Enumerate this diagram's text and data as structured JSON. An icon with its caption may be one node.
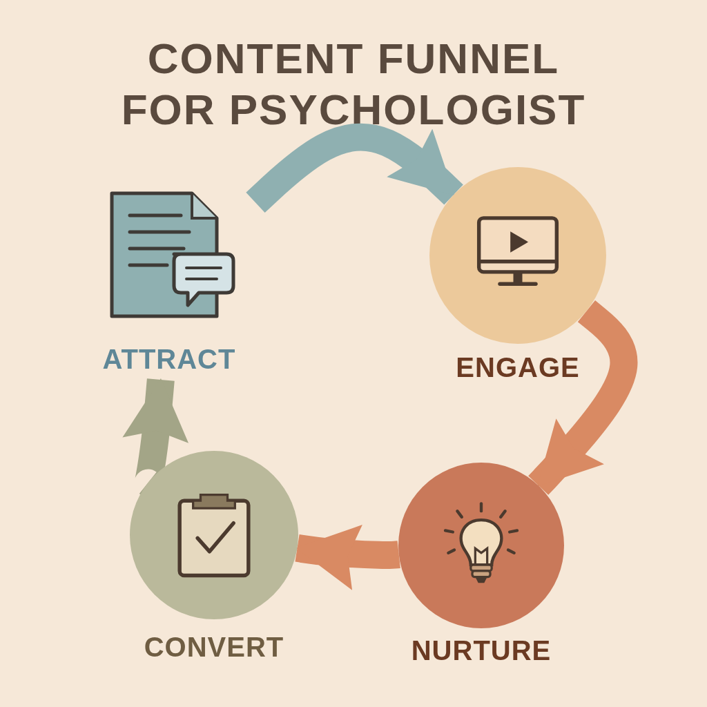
{
  "diagram": {
    "title": "CONTENT FUNNEL FOR PSYCHOLOGIST",
    "nodes": [
      {
        "text": [
          "ATTRACT"
        ]
      },
      {
        "text": [
          "ENGAGE"
        ]
      },
      {
        "text": [
          "NURTURE"
        ]
      },
      {
        "text": [
          "CONVERT"
        ]
      }
    ],
    "edges": [
      {
        "from": 0,
        "to": 1,
        "arrow": "to",
        "color": "#8fb0b1"
      },
      {
        "from": 1,
        "to": 2,
        "arrow": "to",
        "color": "#d98a63"
      },
      {
        "from": 2,
        "to": 3,
        "arrow": "to",
        "color": "#d98a63"
      },
      {
        "from": 3,
        "to": 0,
        "arrow": "to",
        "color": "#a3a587"
      }
    ]
  }
}
